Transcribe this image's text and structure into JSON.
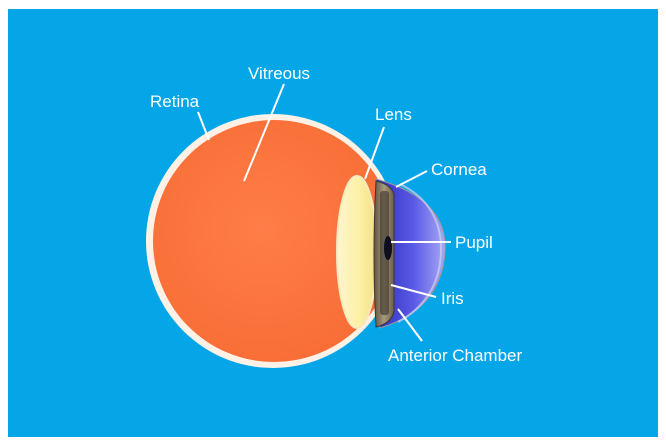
{
  "diagram": {
    "background_color": "#04A6E8",
    "label_color": "#FFFFFF",
    "labels": {
      "retina": "Retina",
      "vitreous": "Vitreous",
      "lens": "Lens",
      "cornea": "Cornea",
      "pupil": "Pupil",
      "iris": "Iris",
      "anterior_chamber": "Anterior Chamber"
    },
    "colors": {
      "eyeball": "#FF7A45",
      "sclera_rim": "#FFF1E6",
      "lens": "#FDF3B0",
      "cornea": "#4D4DE0",
      "iris": "#8A7A5E"
    }
  }
}
